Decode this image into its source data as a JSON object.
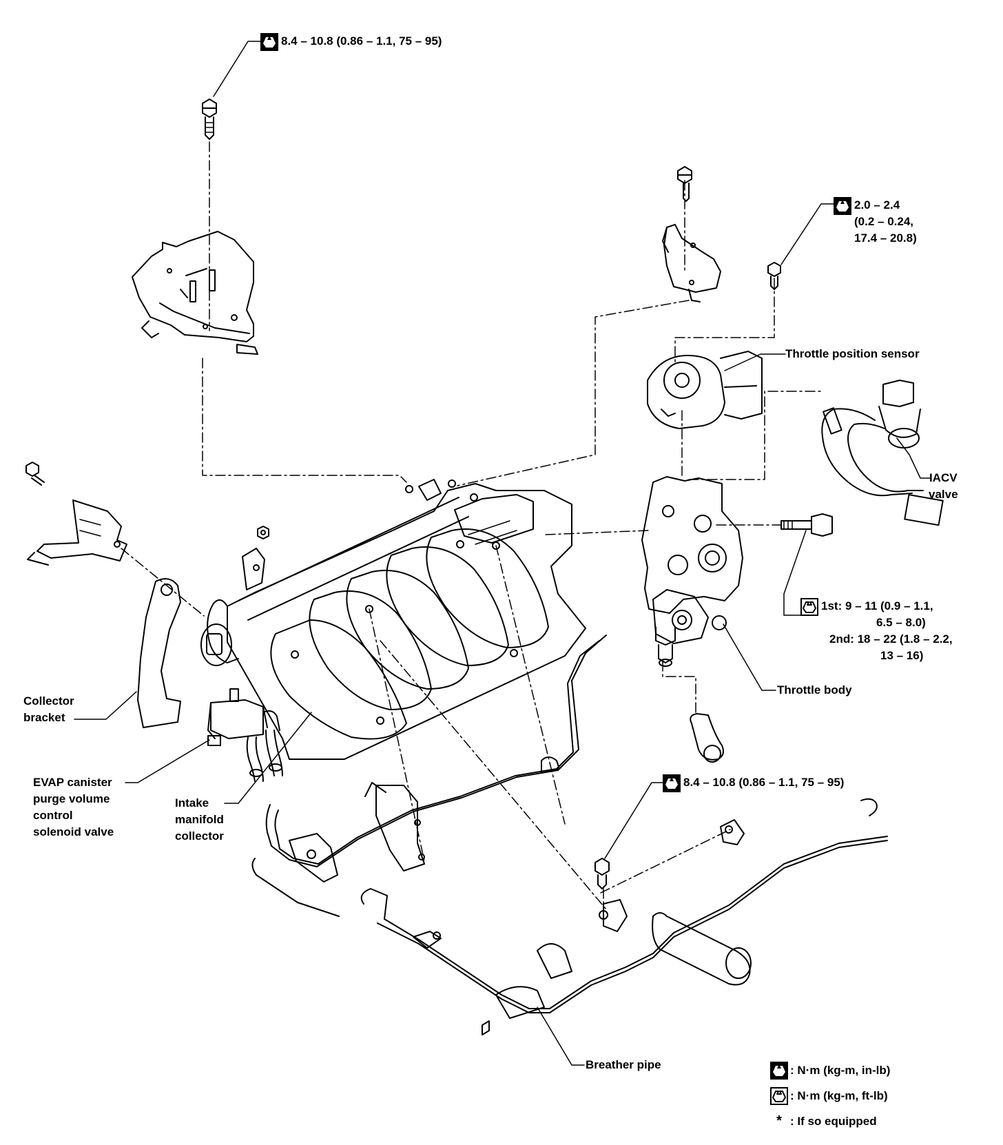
{
  "torque_labels": {
    "top_bolt": "8.4 – 10.8 (0.86 – 1.1, 75 – 95)",
    "tps_screw": [
      "2.0 – 2.4",
      "(0.2 – 0.24,",
      "17.4 – 20.8)"
    ],
    "throttle_bolt": [
      "1st: 9 – 11 (0.9 – 1.1,",
      "6.5 – 8.0)",
      "2nd: 18 – 22 (1.8 – 2.2,",
      "13 – 16)"
    ],
    "pipe_bolt": "8.4 – 10.8 (0.86 – 1.1, 75 – 95)"
  },
  "part_labels": {
    "throttle_position_sensor": "Throttle position sensor",
    "iacv_valve": [
      "IACV",
      "valve"
    ],
    "throttle_body": "Throttle body",
    "collector_bracket": [
      "Collector",
      "bracket"
    ],
    "evap_valve": [
      "EVAP canister",
      "purge volume",
      "control",
      "solenoid valve"
    ],
    "intake_collector": [
      "Intake",
      "manifold",
      "collector"
    ],
    "breather_pipe": "Breather pipe"
  },
  "legend": {
    "items": [
      {
        "icon": "torque-wrench-filled-icon",
        "text": ": N·m (kg-m, in-lb)"
      },
      {
        "icon": "torque-wrench-outline-icon",
        "text": ": N·m (kg-m, ft-lb)"
      },
      {
        "symbol": "*",
        "text": ": If so equipped"
      }
    ]
  }
}
